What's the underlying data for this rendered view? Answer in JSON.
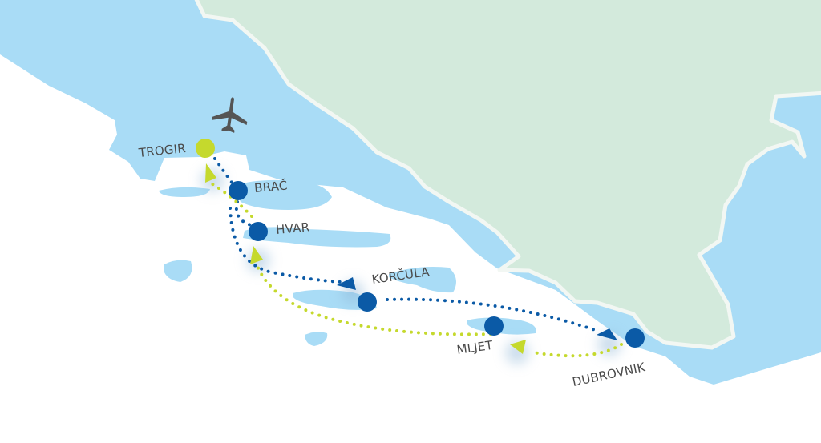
{
  "colors": {
    "sea": "#a9dcf6",
    "land": "#d3eadc",
    "coast_line": "#f2f7f3",
    "stop_blue": "#0b5aa6",
    "stop_lime": "#c5d92d",
    "label": "#4a4a4a",
    "plane": "#555555"
  },
  "icons": {
    "airport": "airplane-icon"
  },
  "stops": [
    {
      "name": "TROGIR",
      "type": "start"
    },
    {
      "name": "BRAČ",
      "type": "stop"
    },
    {
      "name": "HVAR",
      "type": "stop"
    },
    {
      "name": "KORČULA",
      "type": "stop"
    },
    {
      "name": "MLJET",
      "type": "stop"
    },
    {
      "name": "DUBROVNIK",
      "type": "stop"
    }
  ],
  "routes": [
    {
      "name": "outbound",
      "color": "#0b5aa6",
      "via": [
        "TROGIR",
        "BRAČ",
        "HVAR",
        "KORČULA",
        "DUBROVNIK"
      ]
    },
    {
      "name": "return",
      "color": "#c5d92d",
      "via": [
        "DUBROVNIK",
        "MLJET",
        "HVAR",
        "TROGIR"
      ]
    }
  ]
}
